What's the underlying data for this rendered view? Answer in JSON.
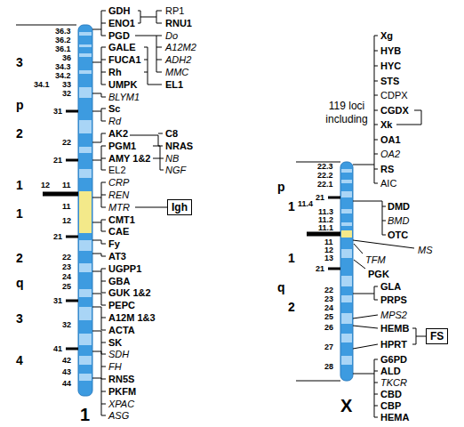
{
  "diagram": {
    "nodes": [
      {
        "text": [
          "Igh"
        ]
      },
      {
        "text": [
          "FS"
        ]
      }
    ],
    "labels": [
      "36.3",
      "36.2",
      "36.1",
      "36",
      "34.3",
      "34.2",
      "34.1",
      "33",
      "32",
      "31",
      "22",
      "21",
      "12",
      "11",
      "11",
      "12",
      "21",
      "22",
      "23",
      "24",
      "25",
      "31",
      "32",
      "41",
      "42",
      "43",
      "44",
      "3",
      "p",
      "2",
      "1",
      "1",
      "2",
      "q",
      "3",
      "4",
      "GDH",
      "ENO1",
      "PGD",
      "GALE",
      "FUCA1",
      "Rh",
      "UMPK",
      "BLYM1",
      "Sc",
      "Rd",
      "AK2",
      "PGM1",
      "AMY 1&2",
      "EL2",
      "CRP",
      "REN",
      "MTR",
      "CMT1",
      "CAE",
      "Fy",
      "AT3",
      "UGPP1",
      "GBA",
      "GUK 1&2",
      "PEPC",
      "A12M 1&3",
      "ACTA",
      "SK",
      "SDH",
      "FH",
      "RN5S",
      "PKFM",
      "XPAC",
      "ASG",
      "RP1",
      "RNU1",
      "Do",
      "A12M2",
      "ADH2",
      "MMC",
      "EL1",
      "C8",
      "NRAS",
      "NB",
      "NGF",
      "1",
      "119 loci including",
      "22.3",
      "22.2",
      "22.1",
      "21",
      "11.4",
      "11.3",
      "11.2",
      "11.1",
      "11",
      "12",
      "13",
      "21",
      "22",
      "23",
      "24",
      "25",
      "26",
      "27",
      "28",
      "p",
      "1",
      "1",
      "q",
      "2",
      "Xg",
      "HYB",
      "HYC",
      "STS",
      "CDPX",
      "CGDX",
      "Xk",
      "OA1",
      "OA2",
      "RS",
      "AIC",
      "DMD",
      "BMD",
      "OTC",
      "MS",
      "TFM",
      "PGK",
      "GLA",
      "PRPS",
      "MPS2",
      "HEMB",
      "HPRT",
      "G6PD",
      "ALD",
      "TKCR",
      "CBD",
      "CBP",
      "HEMA",
      "X"
    ]
  }
}
